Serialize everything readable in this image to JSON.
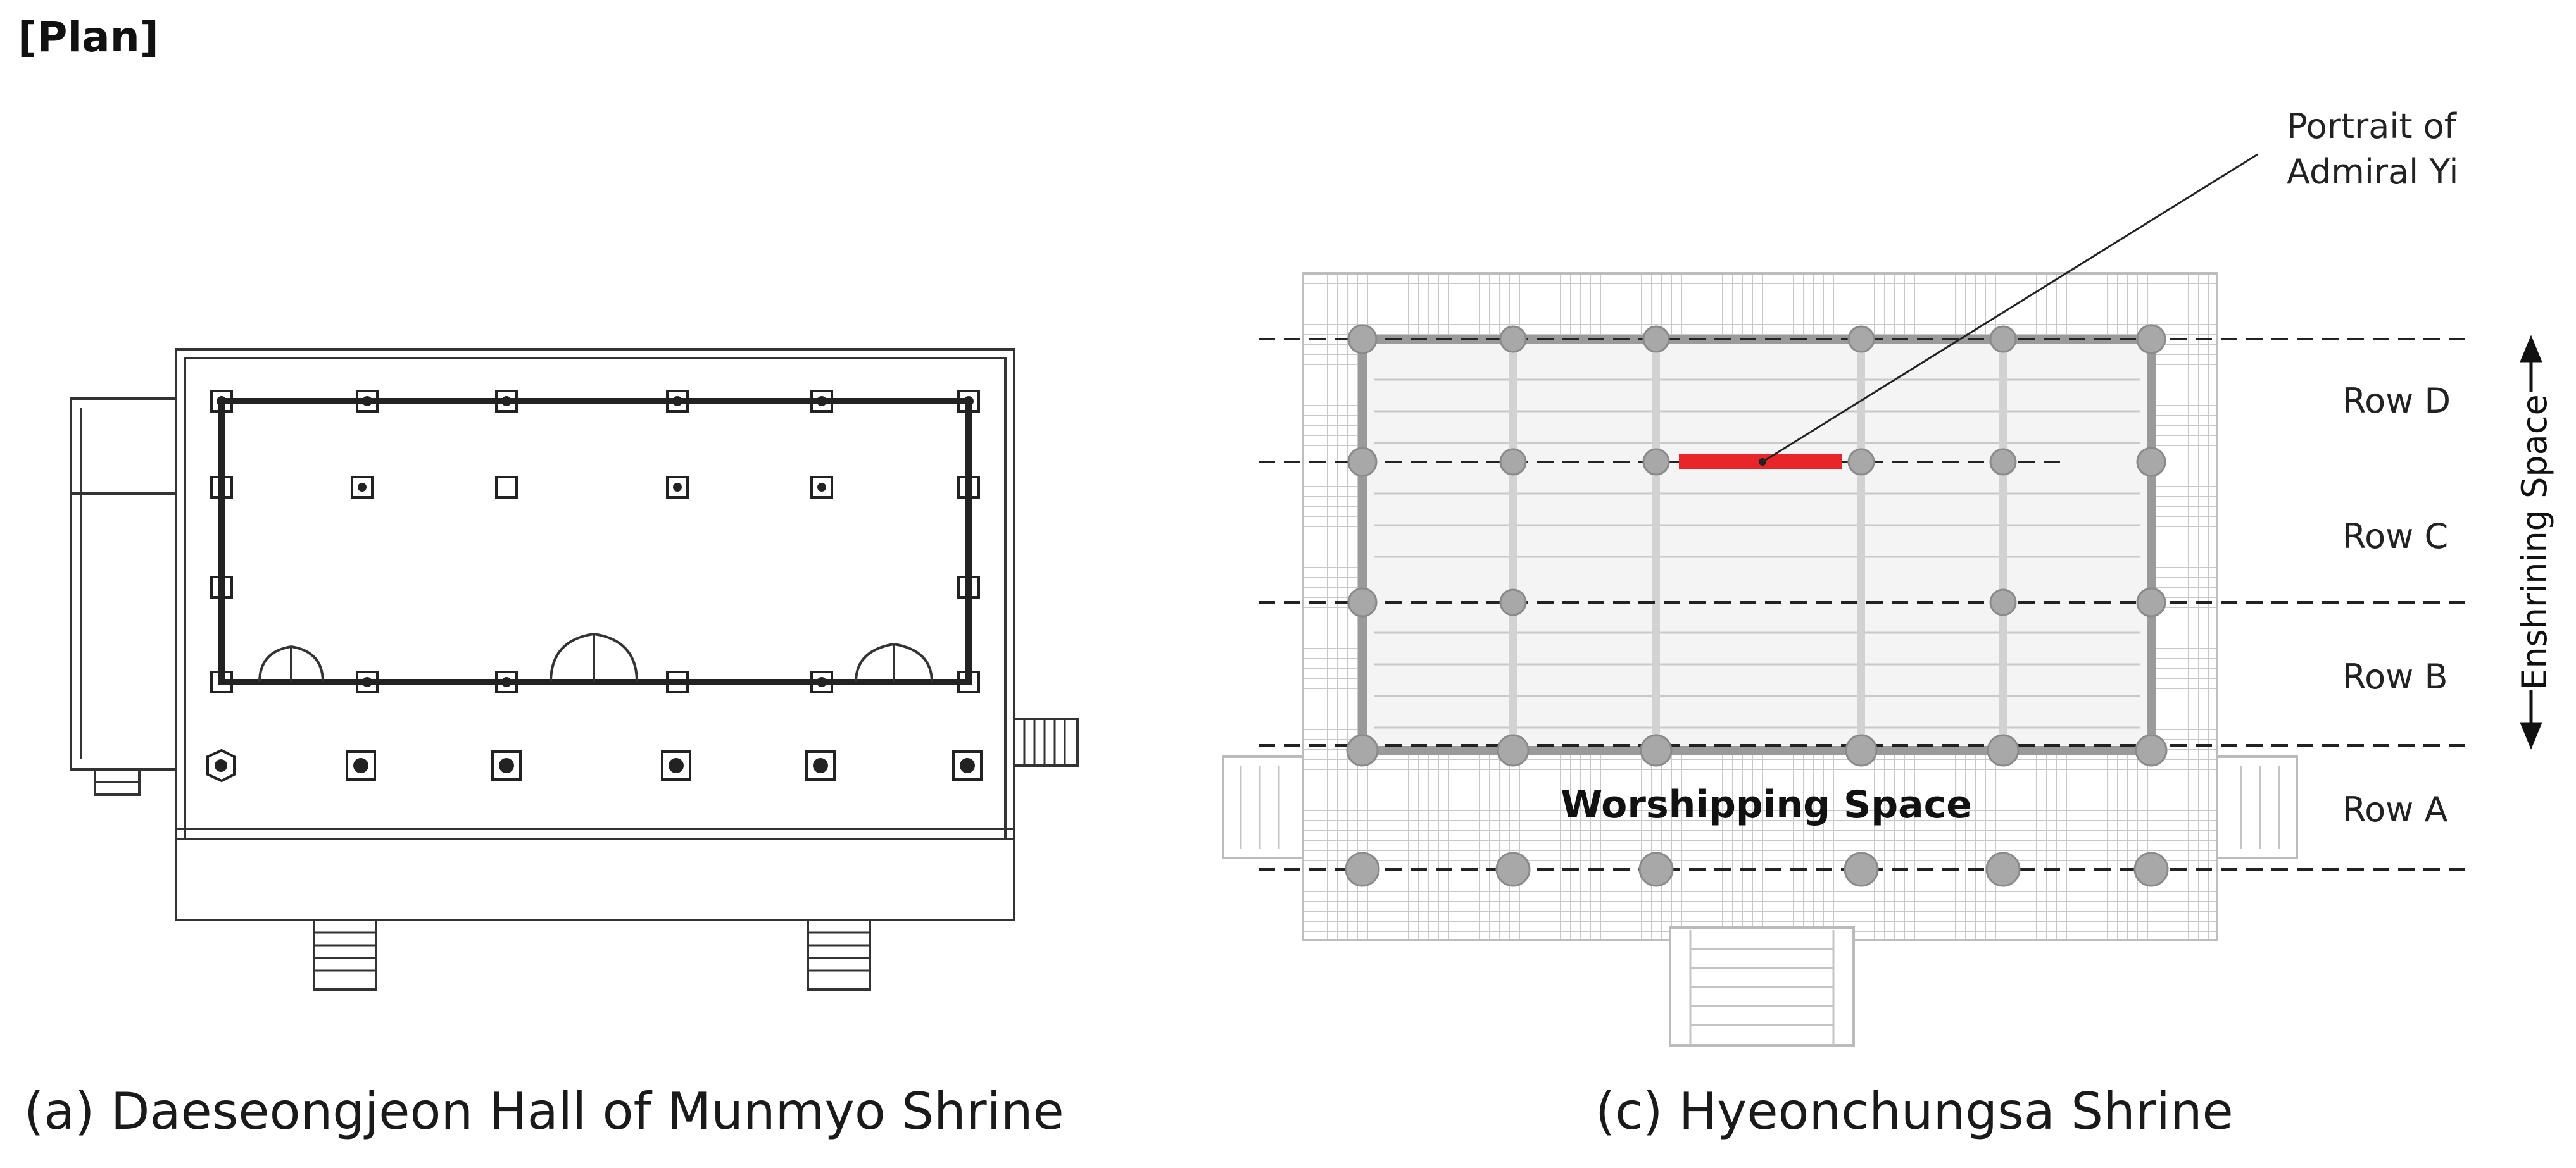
{
  "heading": "[Plan]",
  "figure_a": {
    "caption": "(a) Daeseongjeon Hall of Munmyo Shrine"
  },
  "figure_c": {
    "caption": "(c) Hyeonchungsa Shrine",
    "portrait_label_line1": "Portrait of",
    "portrait_label_line2": "Admiral Yi",
    "rows": [
      "Row D",
      "Row C",
      "Row B",
      "Row A"
    ],
    "enshrining_label": "Enshrining Space",
    "worshipping_label": "Worshipping Space",
    "highlight_color": "#e8262a"
  }
}
